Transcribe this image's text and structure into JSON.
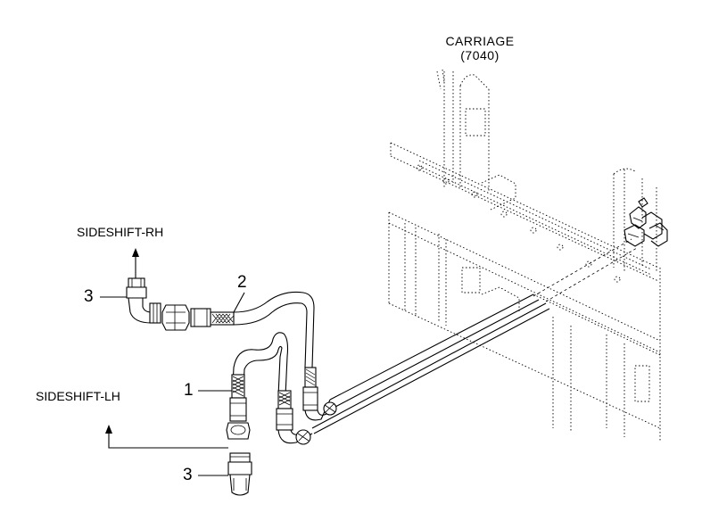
{
  "labels": {
    "carriage_line1": "CARRIAGE",
    "carriage_line2": "(7040)",
    "sideshift_rh": "SIDESHIFT-RH",
    "sideshift_lh": "SIDESHIFT-LH",
    "callout_1": "1",
    "callout_2": "2",
    "callout_3_upper": "3",
    "callout_3_lower": "3"
  }
}
